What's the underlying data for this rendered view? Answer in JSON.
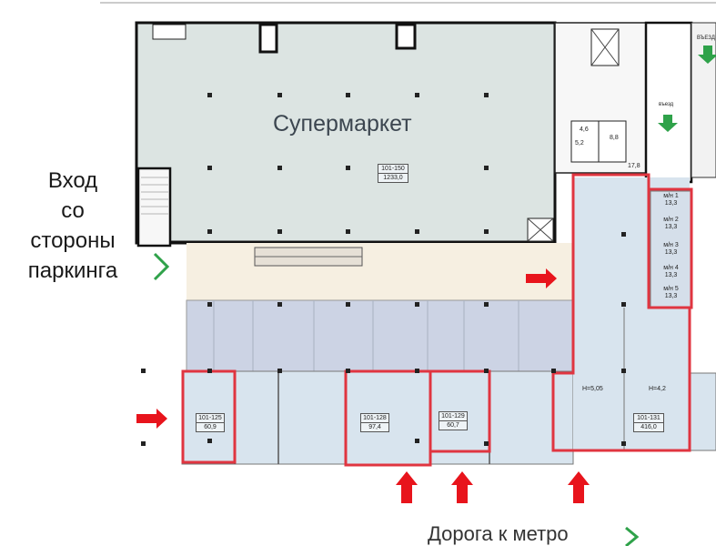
{
  "labels": {
    "supermarket": "Супермаркет",
    "entrance": [
      "Вход",
      "со",
      "стороны",
      "паркинга"
    ],
    "metro_road": "Дорога к метро",
    "exit_top": "ВЪЕЗД",
    "entry_ramp": "въезд"
  },
  "units": [
    {
      "code": "101-150",
      "area": "1233,0"
    },
    {
      "code": "101-125",
      "area": "60,9"
    },
    {
      "code": "101-128",
      "area": "97,4"
    },
    {
      "code": "101-129",
      "area": "60,7"
    },
    {
      "code": "101-131",
      "area": "416,0"
    }
  ],
  "storage": [
    {
      "name": "м/н 1",
      "area": "13,3"
    },
    {
      "name": "м/н 2",
      "area": "13,3"
    },
    {
      "name": "м/н 3",
      "area": "13,3"
    },
    {
      "name": "м/н 4",
      "area": "13,3"
    },
    {
      "name": "м/н 5",
      "area": "13,3"
    }
  ],
  "small_rooms": [
    "4,6",
    "5,2",
    "8,8",
    "17,8"
  ],
  "heights": [
    "H=5,05",
    "H=4,2"
  ],
  "colors": {
    "highlight": "#e03540",
    "arrow_red": "#e8141c",
    "arrow_green": "#2fa24a",
    "plan_fill": "#dde5e8",
    "corridor": "#f6efe1",
    "gallery": "#ccd3e4",
    "unit_fill": "#d8e4ee"
  }
}
